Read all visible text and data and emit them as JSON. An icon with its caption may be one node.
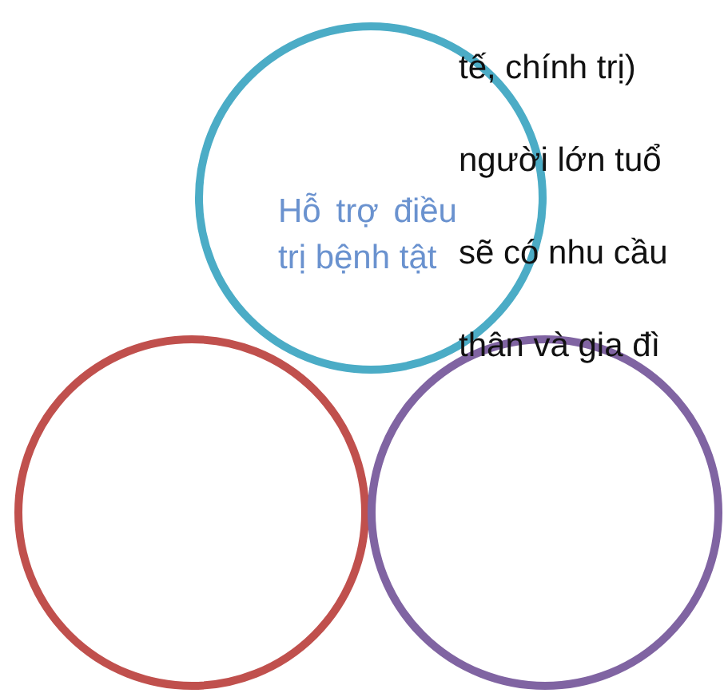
{
  "diagram": {
    "nodes": [
      {
        "text": [
          "Hỗ trợ điều trị bệnh tật"
        ]
      },
      {
        "text": [],
        "shape": "circle"
      },
      {
        "text": [],
        "shape": "circle"
      }
    ],
    "edges": [],
    "labels": [
      "tế, chính trị)",
      "người lớn tuổ",
      "sẽ có nhu cầu",
      "thân và gia đì"
    ]
  }
}
